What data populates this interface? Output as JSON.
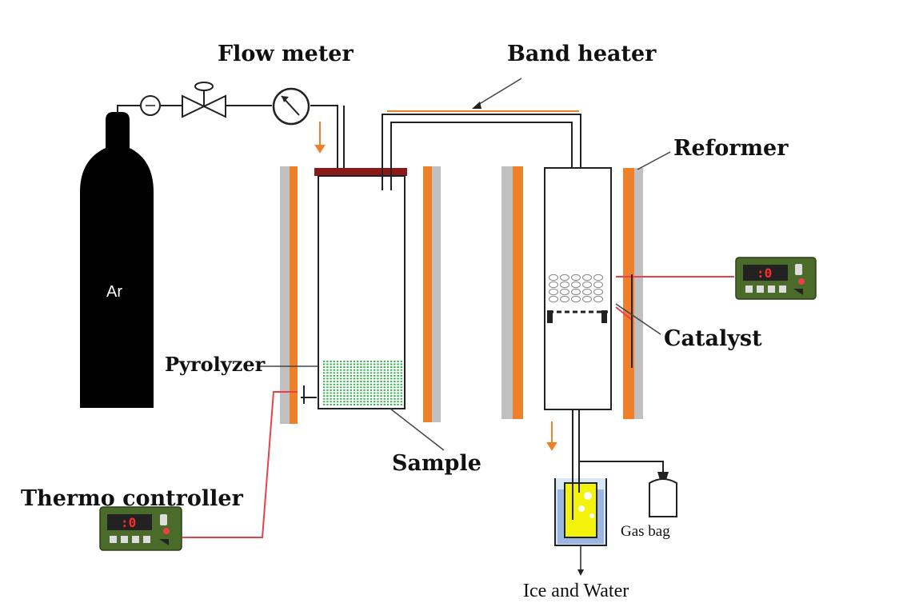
{
  "labels": {
    "flow_meter": "Flow meter",
    "band_heater": "Band heater",
    "reformer": "Reformer",
    "catalyst": "Catalyst",
    "pyrolyzer": "Pyrolyzer",
    "sample": "Sample",
    "thermo_controller": "Thermo controller",
    "gas_bag": "Gas bag",
    "ice_and_water": "Ice and Water",
    "cylinder_gas": "Ar"
  },
  "controller_display": {
    "readout": ":0"
  },
  "colors": {
    "heater_orange": "#f07f2a",
    "insulation_gray": "#c0c0c0",
    "lid_maroon": "#8a1a1a",
    "sample_green": "#2fae4a",
    "signal_red": "#e8414b",
    "controller_green": "#4a6b2a",
    "display_dark": "#222222",
    "ice_blue": "#2a5fb8",
    "liquid_yellow": "#f2f20a",
    "cylinder_black": "#000000"
  }
}
